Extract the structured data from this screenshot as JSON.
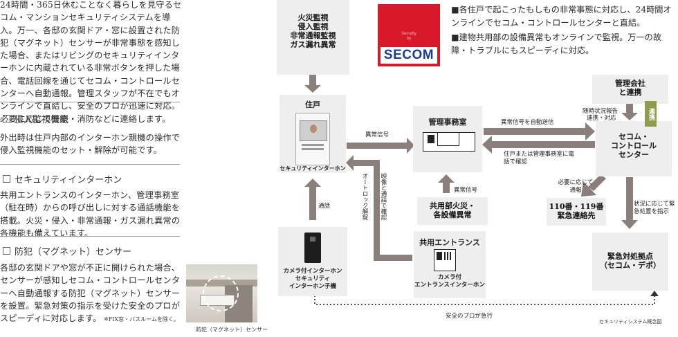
{
  "left": {
    "intro": "24時間・365日休むことなく暮らしを見守るセコム・マンションセキュリティシステムを導入。万一、各邸の玄関ドア・窓に設置された防犯（マグネット）センサーが非常事態を感知した場合、またはリビングのセキュリティインターホンに内蔵されている非常ボタンを押した場合、電話回線を通じてセコム・コントロールセンターへ自動通報。管理スタッフが不在でもオンラインで直結し、安全のプロが迅速に対応。必要に応じて警察・消防などに連絡します。",
    "sections": [
      {
        "title": "侵入監視機能",
        "text": "外出時は住戸内部のインターホン親機の操作で侵入監視機能のセット・解除が可能です。"
      },
      {
        "title": "セキュリティインターホン",
        "text": "共用エントランスのインターホン、管理事務室（駐在時）からの呼び出しに対する通話機能を搭載。火災・侵入・非常通報・ガス漏れ異常の各機能も備えています。"
      },
      {
        "title": "防犯（マグネット）センサー",
        "text": "各邸の玄関ドアや窓が不正に開けられた場合、センサーが感知しセコム・コントロールセンターへ自動通報する防犯（マグネット）センサーを設置。緊急対策の指示を受けた安全のプロがスピーディに対応します。",
        "footnote": "※FIX窓・バスルームを除く。"
      }
    ],
    "photo_caption": "防犯（マグネット）センサー"
  },
  "diagram": {
    "alarm_box": [
      "火災監視",
      "侵入監視",
      "非常通報監視",
      "ガス漏れ異常"
    ],
    "residence": {
      "title": "住戸",
      "device": "セキュリティインターホン"
    },
    "management_office": "管理事務室",
    "common_alarm": [
      "共用部火災・",
      "各設備異常"
    ],
    "common_entrance": {
      "title": "共用エントランス",
      "device": [
        "カメラ付",
        "エントランスインターホン"
      ]
    },
    "camera_intercom": [
      "カメラ付インターホン",
      "セキュリティ",
      "インターホン子機"
    ],
    "management_company": [
      "管理会社",
      "と連携"
    ],
    "control_center": [
      "セコム・",
      "コントロール",
      "センター"
    ],
    "emergency_numbers": [
      "110番・119番",
      "緊急連絡先"
    ],
    "emergency_base": [
      "緊急対処拠点",
      "（セコム・デポ）"
    ],
    "labels": {
      "ijou_shingo_1": "異常信号",
      "ijou_shingo_2": "異常信号",
      "auto_send": "異常信号を自動送信",
      "confirm_call": "住戸または管理事務室に電話で確認",
      "video_call": "映像と通話で確認",
      "autolock": "オートロック解錠",
      "tsuwa": "通話",
      "report": "随時状況報告",
      "renkei_taio": "連携・対応",
      "renkei_badge": "連携",
      "as_needed": "必要に応じて通報",
      "dispatch": "状況に応じて緊急処置を指示",
      "pro_rush": "安全のプロが急行",
      "caption": "セキュリティシステム概念図"
    },
    "secom_logo": {
      "tag_line1": "Security",
      "tag_line2": "by",
      "brand": "SECOM"
    }
  },
  "right_notes": [
    "■各住戸で起こったもしもの非常事態に対応し、24時間オンラインでセコム・コントロールセンターと直結。",
    "■建物共用部の設備異常もオンラインで監視。万一の故障・トラブルにもスピーディに対応。"
  ],
  "colors": {
    "arrow": "#8a7f7a",
    "box": "#eeeeee",
    "badge": "#8f9b4d",
    "secom_red": "#d7192a",
    "secom_blue": "#1c3d8f"
  }
}
